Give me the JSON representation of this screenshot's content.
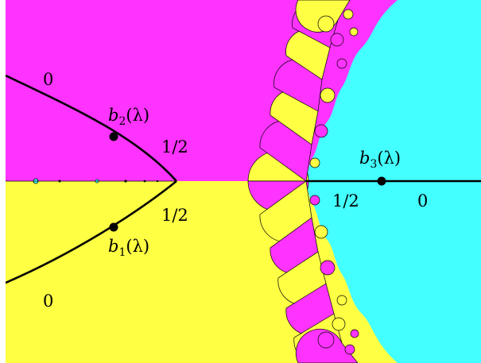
{
  "colors": {
    "magenta": "#ff33ff",
    "yellow": "#ffff44",
    "cyan": "#44ffff",
    "curve": "#000000"
  },
  "labels": {
    "ray_upper_left": "0",
    "ray_lower_left": "0",
    "ray_upper_half": "1/2",
    "ray_lower_half": "1/2",
    "ray_right_half": "1/2",
    "ray_right_zero": "0",
    "b1": {
      "base": "b",
      "sub": "1",
      "arg": "(λ)"
    },
    "b2": {
      "base": "b",
      "sub": "2",
      "arg": "(λ)"
    },
    "b3": {
      "base": "b",
      "sub": "3",
      "arg": "(λ)"
    }
  }
}
